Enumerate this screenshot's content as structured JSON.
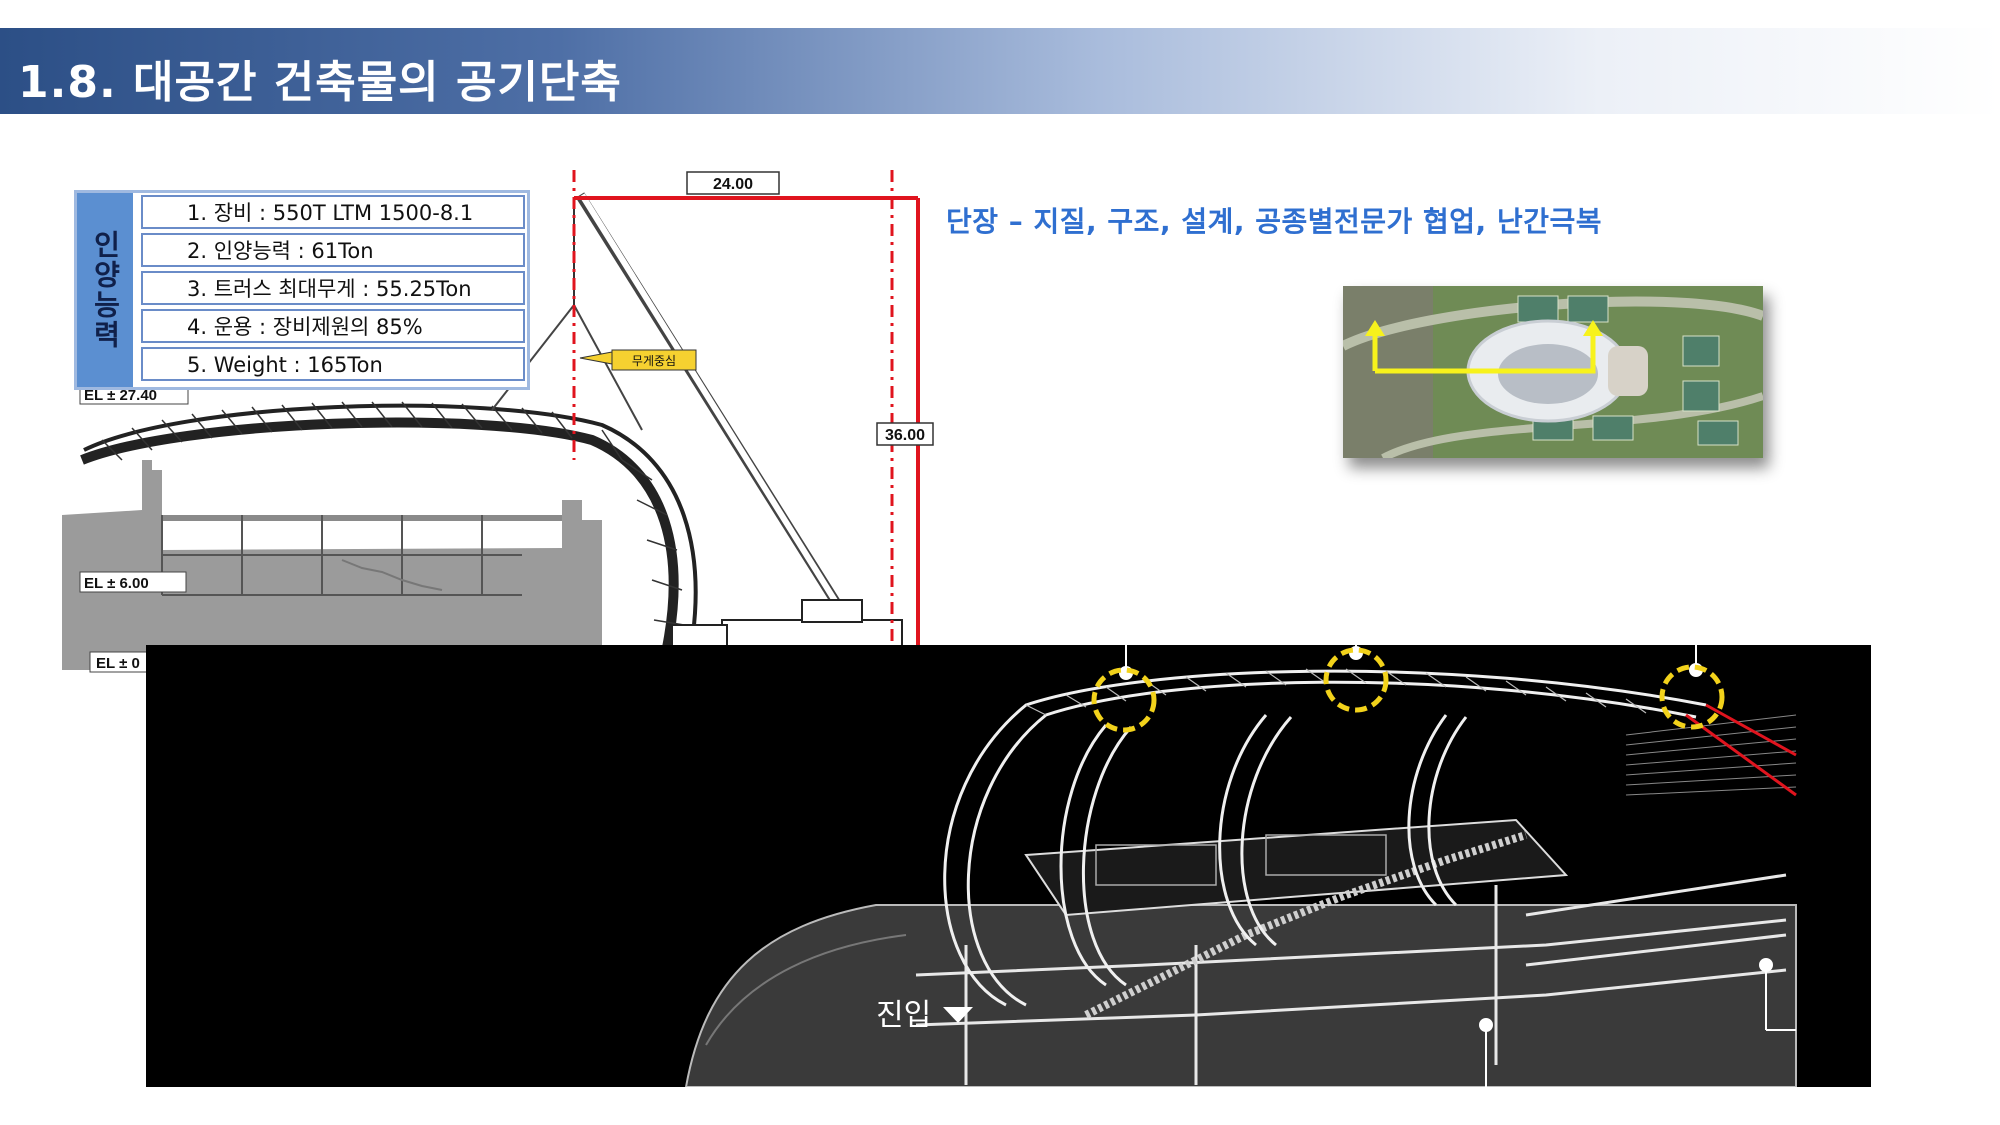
{
  "header": {
    "title": "1.8. 대공간 건축물의 공기단축"
  },
  "subtitle": "단장 – 지질, 구조, 설계, 공종별전문가 협업, 난간극복",
  "spec": {
    "side_label": "인양능력",
    "rows": [
      "1. 장비 : 550T LTM 1500-8.1",
      "2. 인양능력 : 61Ton",
      "3. 트러스 최대무게 : 55.25Ton",
      "4. 운용 : 장비제원의 85%",
      "5. Weight : 165Ton"
    ]
  },
  "crane_diagram": {
    "dim_top": "24.00",
    "dim_right": "36.00",
    "callout": "무게중심",
    "el_top": "EL ± 27.40",
    "el_mid": "EL ± 6.00",
    "el_base": "EL ± 0"
  },
  "section": {
    "entrance_label": "진입"
  },
  "colors": {
    "accent_blue": "#2f6fd0",
    "header_dark": "#2c4f86",
    "dim_red": "#e0141e",
    "highlight_yellow": "#f2d21b"
  }
}
